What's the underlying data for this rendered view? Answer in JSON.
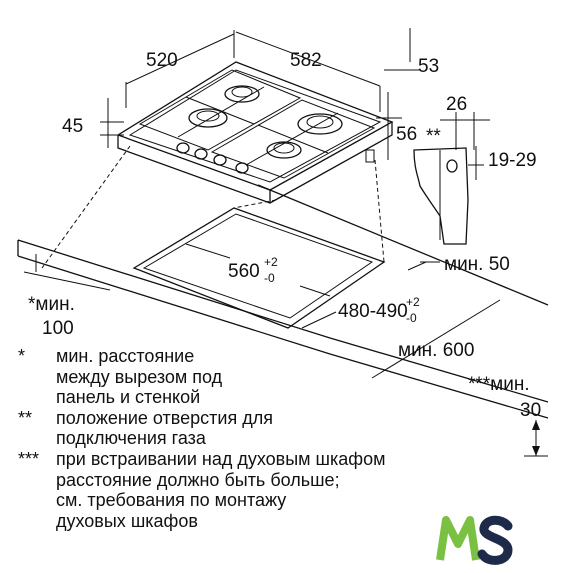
{
  "dimensions": {
    "width_520": "520",
    "width_582": "582",
    "depth_53": "53",
    "height_45": "45",
    "depth_56": "56",
    "gas_26": "26",
    "gas_star": "**",
    "gas_19_29": "19-29",
    "cutout_560": "560",
    "cutout_560_tol_plus": "+2",
    "cutout_560_tol_minus": "-0",
    "cutout_480": "480-490",
    "cutout_480_tol_plus": "+2",
    "cutout_480_tol_minus": "-0",
    "min_50": "мин. 50",
    "min_100_star": "*мин.",
    "min_100_val": "100",
    "min_600": "мин. 600",
    "min_30_star": "***мин.",
    "min_30_val": "30"
  },
  "legend": [
    {
      "mark": "*",
      "lines": [
        "мин. расстояние",
        "между вырезом под",
        "панель и стенкой"
      ]
    },
    {
      "mark": "**",
      "lines": [
        "положение отверстия для",
        "подключения газа"
      ]
    },
    {
      "mark": "***",
      "lines": [
        "при встраивании над духовым шкафом",
        "расстояние должно быть больше;",
        "см. требования по монтажу",
        "духовых шкафов"
      ]
    }
  ],
  "logo": {
    "text": "MS",
    "color_m": "#7ac143",
    "color_s": "#1e2a4a"
  }
}
